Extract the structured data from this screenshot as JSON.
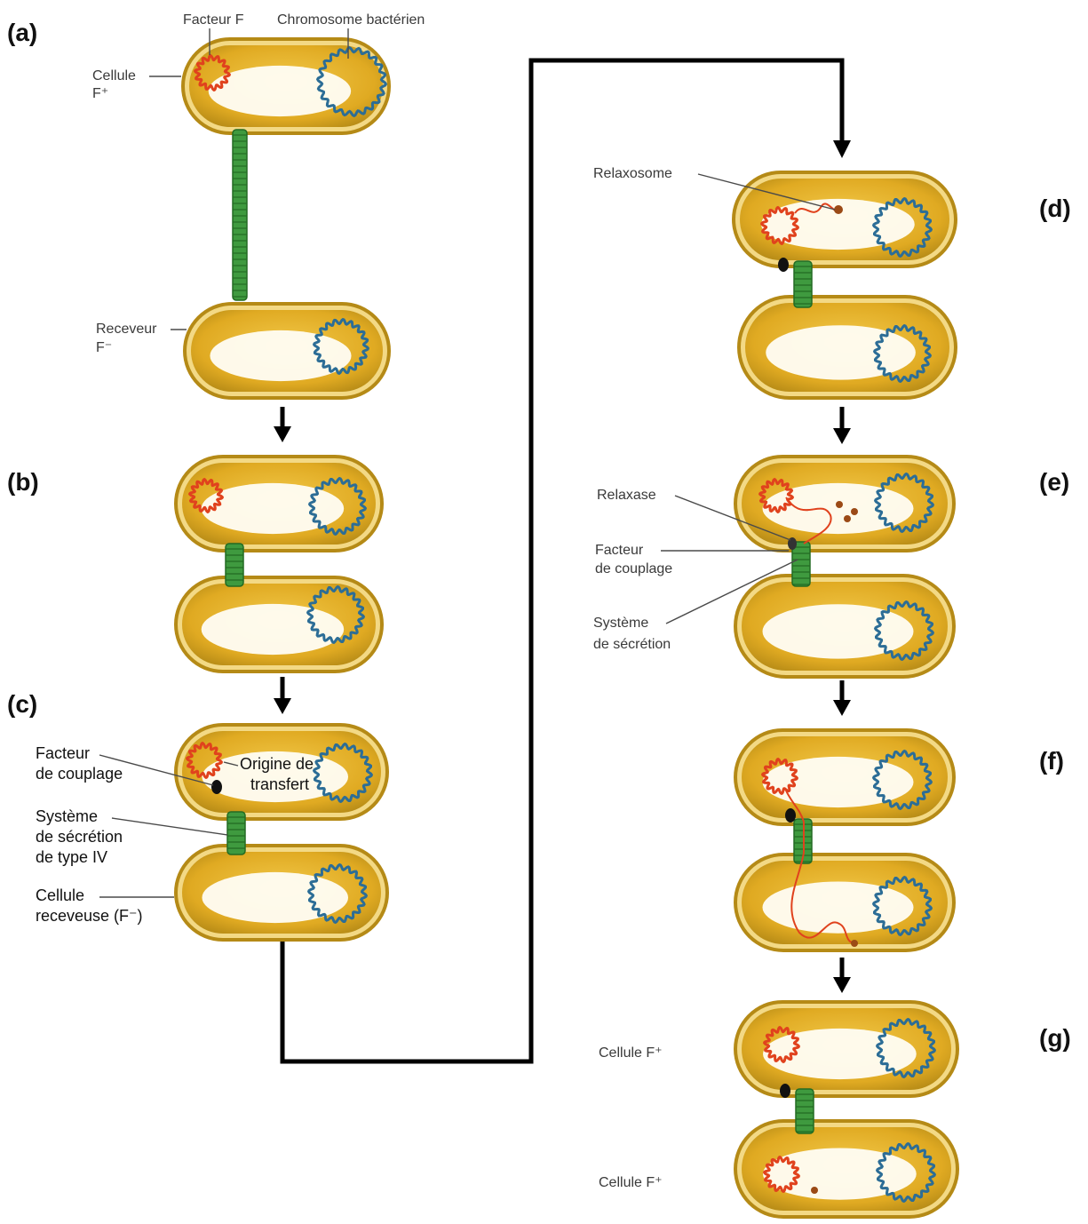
{
  "colors": {
    "cell_outer": "#b58a16",
    "cell_body": "#e6b52a",
    "cell_rim": "#f3d985",
    "cytoplasm": "#fffdf4",
    "f_factor": "#e0421d",
    "chromosome": "#2c6d96",
    "pilus": "#3f9a3f",
    "pilus_dark": "#236b23",
    "relaxase": "#9b4a16",
    "coupling": "#111111",
    "flow_line": "#000000"
  },
  "panels": {
    "a": "(a)",
    "b": "(b)",
    "c": "(c)",
    "d": "(d)",
    "e": "(e)",
    "f": "(f)",
    "g": "(g)"
  },
  "labels": {
    "facteur_f": "Facteur F",
    "chromosome_bacterien": "Chromosome bactérien",
    "cellule_f_plus_l1": "Cellule",
    "cellule_f_plus_l2": "F⁺",
    "receveur_l1": "Receveur",
    "receveur_l2": "F⁻",
    "facteur_couplage_c_l1": "Facteur",
    "facteur_couplage_c_l2": "de couplage",
    "origine_l1": "Origine de",
    "origine_l2": "transfert",
    "systeme_c_l1": "Système",
    "systeme_c_l2": "de sécrétion",
    "systeme_c_l3": "de type IV",
    "cellule_receveuse_l1": "Cellule",
    "cellule_receveuse_l2": "receveuse (F⁻)",
    "relaxosome": "Relaxosome",
    "relaxase": "Relaxase",
    "facteur_couplage_e_l1": "Facteur",
    "facteur_couplage_e_l2": "de couplage",
    "systeme_e_l1": "Système",
    "systeme_e_l2": "de sécrétion",
    "cellule_f_plus_g1": "Cellule F⁺",
    "cellule_f_plus_g2": "Cellule F⁺"
  }
}
